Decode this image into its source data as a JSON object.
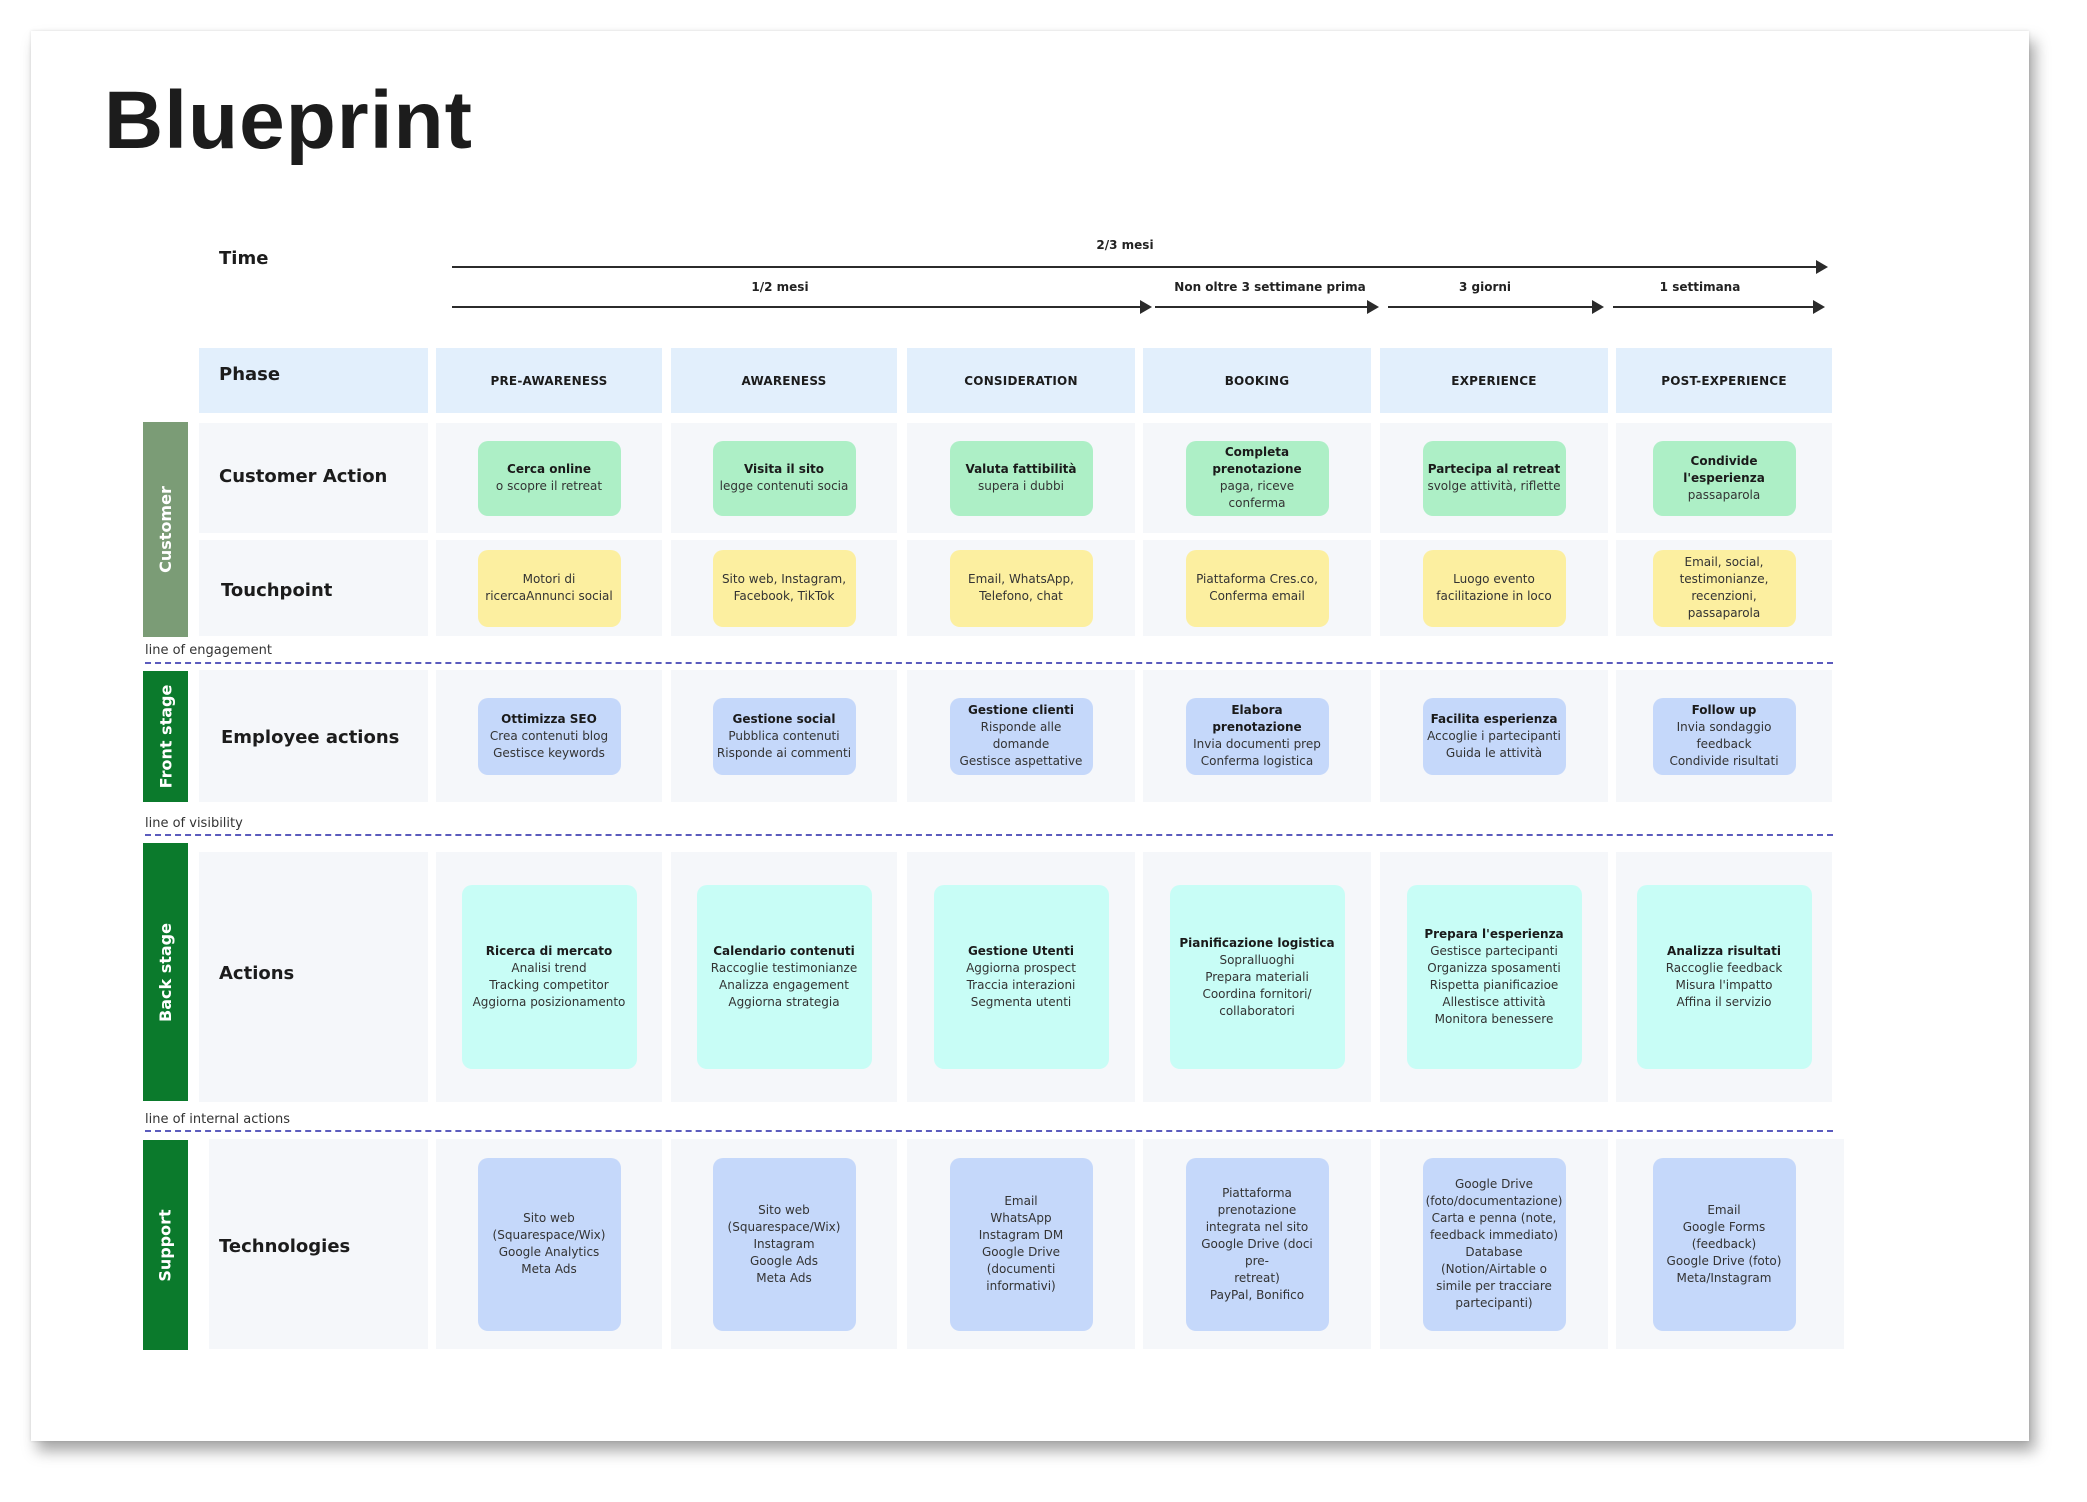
{
  "title": "Blueprint",
  "time": {
    "label": "Time",
    "total": "2/3 mesi",
    "spans": [
      "1/2 mesi",
      "Non oltre 3 settimane prima",
      "3 giorni",
      "1 settimana"
    ]
  },
  "phase_label": "Phase",
  "phases": [
    "PRE-AWARENESS",
    "AWARENESS",
    "CONSIDERATION",
    "BOOKING",
    "EXPERIENCE",
    "POST-EXPERIENCE"
  ],
  "bands": {
    "customer": "Customer",
    "front": "Front stage",
    "back": "Back stage",
    "support": "Support"
  },
  "lines": {
    "engagement": "line of engagement",
    "visibility": "line of visibility",
    "internal": "line of internal actions"
  },
  "rows": {
    "customer_action": {
      "label": "Customer Action",
      "cards": [
        {
          "h": "Cerca online",
          "lines": [
            "o scopre il retreat"
          ]
        },
        {
          "h": "Visita il sito",
          "lines": [
            "legge contenuti socia"
          ]
        },
        {
          "h": "Valuta fattibilità",
          "lines": [
            "supera i dubbi"
          ]
        },
        {
          "h": "Completa prenotazione",
          "lines": [
            "paga, riceve conferma"
          ]
        },
        {
          "h": "Partecipa al retreat",
          "lines": [
            "svolge attività, riflette"
          ]
        },
        {
          "h": "Condivide l'esperienza",
          "lines": [
            "passaparola"
          ]
        }
      ]
    },
    "touchpoint": {
      "label": "Touchpoint",
      "cards": [
        {
          "h": "",
          "lines": [
            "Motori di",
            "ricercaAnnunci social"
          ]
        },
        {
          "h": "",
          "lines": [
            "Sito web, Instagram,",
            "Facebook, TikTok"
          ]
        },
        {
          "h": "",
          "lines": [
            "Email, WhatsApp,",
            "Telefono, chat"
          ]
        },
        {
          "h": "",
          "lines": [
            "Piattaforma Cres.co,",
            "Conferma email"
          ]
        },
        {
          "h": "",
          "lines": [
            "Luogo evento",
            "facilitazione in loco"
          ]
        },
        {
          "h": "",
          "lines": [
            "Email, social,",
            "testimonianze,",
            "recenzioni, passaparola"
          ]
        }
      ]
    },
    "employee": {
      "label": "Employee actions",
      "cards": [
        {
          "h": "Ottimizza SEO",
          "lines": [
            "Crea contenuti blog",
            "Gestisce keywords"
          ]
        },
        {
          "h": "Gestione social",
          "lines": [
            "Pubblica contenuti",
            "Risponde ai commenti"
          ]
        },
        {
          "h": "Gestione clienti",
          "lines": [
            "Risponde alle domande",
            "Gestisce aspettative"
          ]
        },
        {
          "h": "Elabora prenotazione",
          "lines": [
            "Invia documenti prep",
            "Conferma logistica"
          ]
        },
        {
          "h": "Facilita esperienza",
          "lines": [
            "Accoglie i partecipanti",
            "Guida le attività"
          ]
        },
        {
          "h": "Follow up",
          "lines": [
            "Invia sondaggio",
            "feedback",
            "Condivide risultati"
          ]
        }
      ]
    },
    "actions": {
      "label": "Actions",
      "cards": [
        {
          "h": "Ricerca di mercato",
          "lines": [
            "Analisi trend",
            "Tracking competitor",
            "Aggiorna posizionamento"
          ]
        },
        {
          "h": "Calendario contenuti",
          "lines": [
            "Raccoglie testimonianze",
            "Analizza engagement",
            "Aggiorna strategia"
          ]
        },
        {
          "h": "Gestione Utenti",
          "lines": [
            "Aggiorna prospect",
            "Traccia interazioni",
            "Segmenta utenti"
          ]
        },
        {
          "h": "Pianificazione logistica",
          "lines": [
            "Sopralluoghi",
            "Prepara materiali",
            "Coordina fornitori/",
            "collaboratori"
          ]
        },
        {
          "h": "Prepara l'esperienza",
          "lines": [
            "Gestisce partecipanti",
            "Organizza sposamenti",
            "Rispetta pianificazioe",
            "Allestisce attività",
            "Monitora benessere"
          ]
        },
        {
          "h": "Analizza risultati",
          "lines": [
            "Raccoglie feedback",
            "Misura l'impatto",
            "Affina il servizio"
          ]
        }
      ]
    },
    "technologies": {
      "label": "Technologies",
      "cards": [
        {
          "h": "",
          "lines": [
            "Sito web",
            "(Squarespace/Wix)",
            "Google Analytics",
            "Meta Ads"
          ]
        },
        {
          "h": "",
          "lines": [
            "Sito web",
            "(Squarespace/Wix)",
            "Instagram",
            "Google Ads",
            "Meta Ads"
          ]
        },
        {
          "h": "",
          "lines": [
            "Email",
            "WhatsApp",
            "Instagram DM",
            "Google Drive",
            "(documenti",
            "informativi)"
          ]
        },
        {
          "h": "",
          "lines": [
            "Piattaforma",
            "prenotazione",
            "integrata nel sito",
            "Google Drive (doci pre-",
            "retreat)",
            "PayPal, Bonifico"
          ]
        },
        {
          "h": "",
          "lines": [
            "Google Drive",
            "(foto/documentazione)",
            "Carta e penna (note,",
            "feedback immediato)",
            "Database",
            "(Notion/Airtable o",
            "simile per tracciare",
            "partecipanti)"
          ]
        },
        {
          "h": "",
          "lines": [
            "Email",
            "Google Forms",
            "(feedback)",
            "Google Drive (foto)",
            "Meta/Instagram"
          ]
        }
      ]
    }
  },
  "colors": {
    "customer_band": "#7b9c76",
    "front_band": "#0b7a2c",
    "back_band": "#0b7a2c",
    "support_band": "#0b7a2c"
  }
}
